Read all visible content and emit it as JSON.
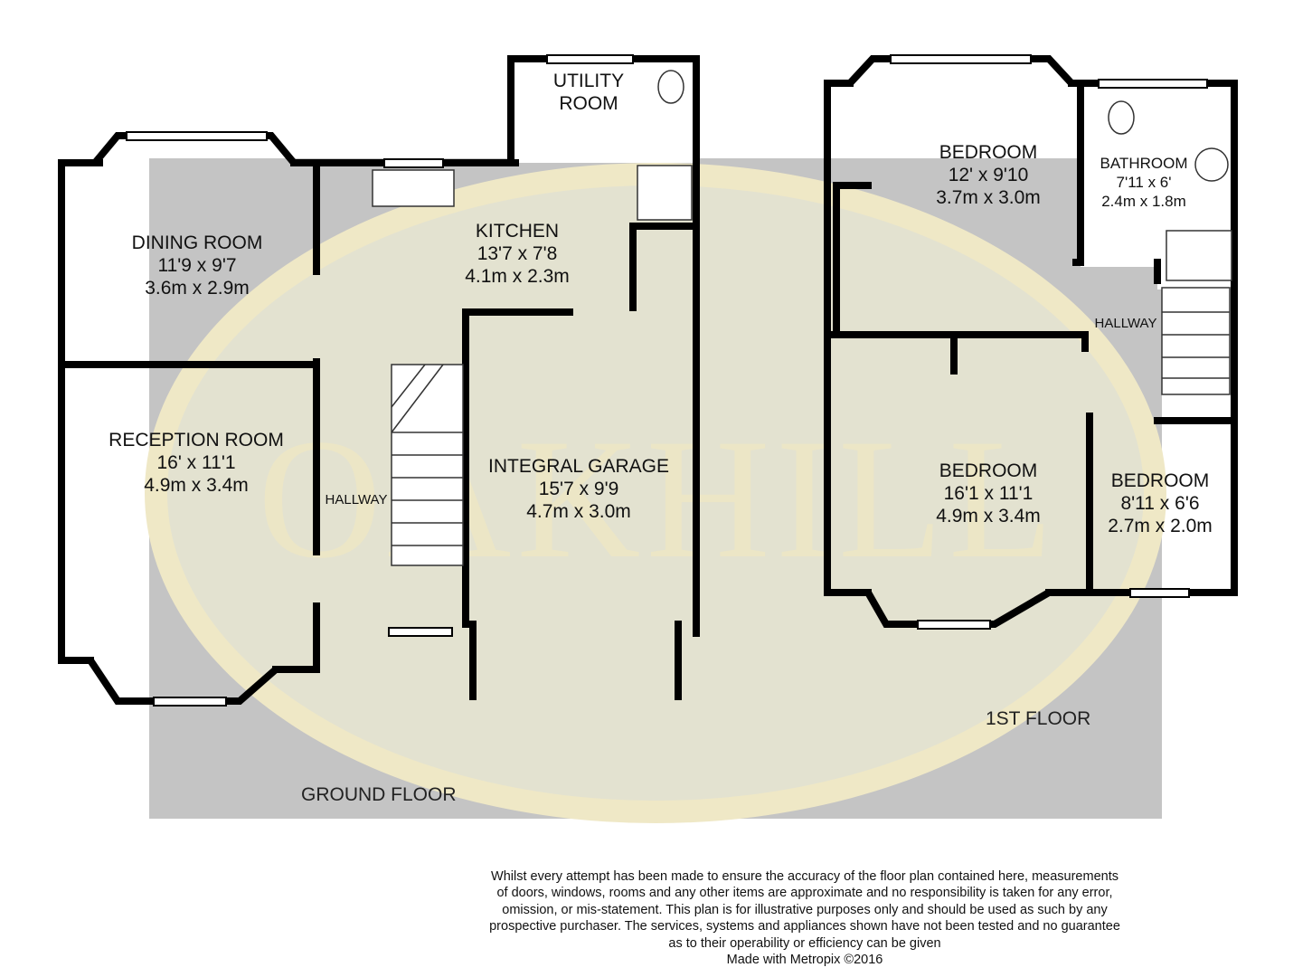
{
  "watermark": "OAKHILL",
  "colors": {
    "background": "#c4c4c4",
    "ellipse": "#e4e3cf",
    "ellipse_ring": "#efe7c4",
    "wall": "#000000"
  },
  "rooms": {
    "dining": {
      "name": "DINING ROOM",
      "imperial": "11'9 x 9'7",
      "metric": "3.6m x 2.9m"
    },
    "reception": {
      "name": "RECEPTION ROOM",
      "imperial": "16' x 11'1",
      "metric": "4.9m x 3.4m"
    },
    "kitchen": {
      "name": "KITCHEN",
      "imperial": "13'7 x 7'8",
      "metric": "4.1m x 2.3m"
    },
    "utility": {
      "name1": "UTILITY",
      "name2": "ROOM"
    },
    "garage": {
      "name": "INTEGRAL GARAGE",
      "imperial": "15'7 x 9'9",
      "metric": "4.7m x 3.0m"
    },
    "hallway_ground": {
      "name": "HALLWAY"
    },
    "bedroom1": {
      "name": "BEDROOM",
      "imperial": "12' x 9'10",
      "metric": "3.7m x 3.0m"
    },
    "bathroom": {
      "name": "BATHROOM",
      "imperial": "7'11 x 6'",
      "metric": "2.4m x 1.8m"
    },
    "hallway_first": {
      "name": "HALLWAY"
    },
    "bedroom2": {
      "name": "BEDROOM",
      "imperial": "16'1 x 11'1",
      "metric": "4.9m x 3.4m"
    },
    "bedroom3": {
      "name": "BEDROOM",
      "imperial": "8'11 x 6'6",
      "metric": "2.7m x 2.0m"
    }
  },
  "floors": {
    "ground": "GROUND FLOOR",
    "first": "1ST FLOOR"
  },
  "disclaimer": {
    "lines": [
      "Whilst every attempt has been made to ensure the accuracy of the floor plan contained here, measurements",
      "of doors, windows, rooms and any other items are approximate and no responsibility is taken for any error,",
      "omission, or mis-statement. This plan is for illustrative purposes only and should be used as such by any",
      "prospective purchaser. The services, systems and appliances shown have not been tested and no guarantee",
      "as to their operability or efficiency can be given"
    ],
    "credit": "Made with Metropix ©2016"
  }
}
